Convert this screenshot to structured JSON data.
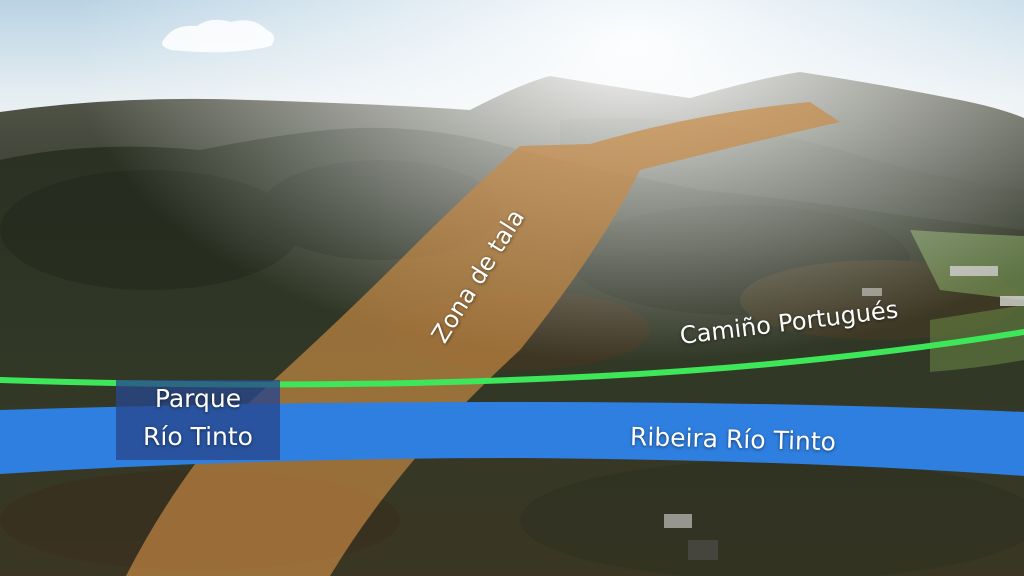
{
  "scene": {
    "description_icon": "aerial-forest-landscape",
    "colors": {
      "sky": "#dfe8ee",
      "forest": "#2b3324",
      "felling_zone": "#c98a44",
      "camino_line": "#3ee65a",
      "river_band": "#2f7fe0"
    }
  },
  "labels": {
    "felling_zone": "Zona de tala",
    "camino": "Camiño Portugués",
    "river": "Ribeira Río Tinto",
    "park_line1": "Parque",
    "park_line2": "Río Tinto"
  }
}
